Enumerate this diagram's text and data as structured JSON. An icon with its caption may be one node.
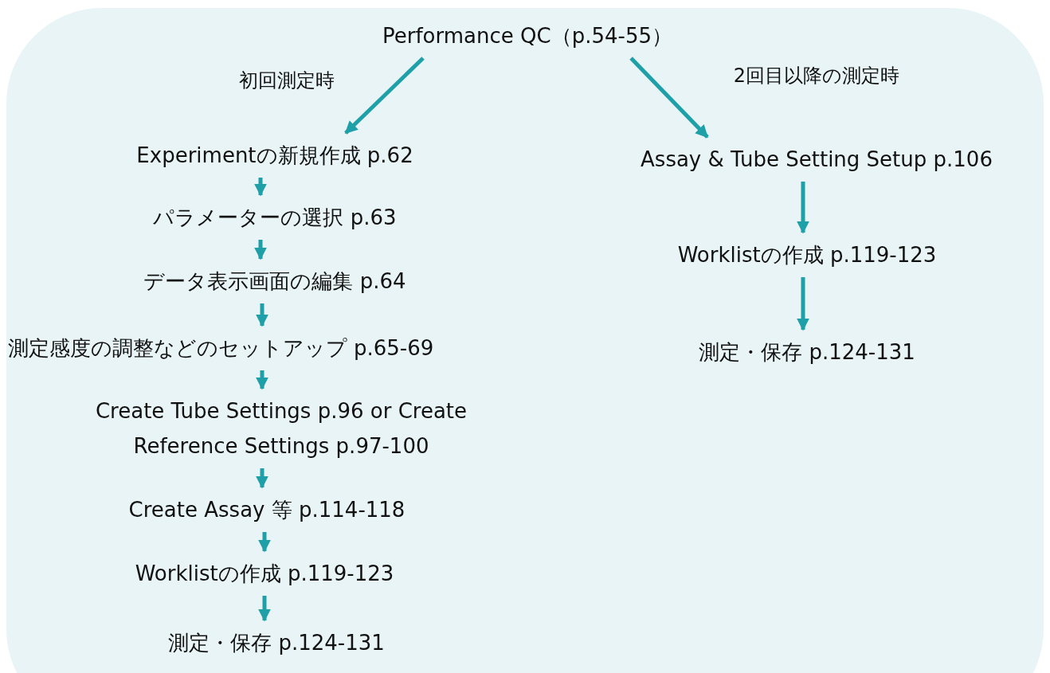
{
  "diagram": {
    "nodes": [
      {
        "text": [
          "Performance QC（p.54-55）"
        ]
      },
      {
        "text": [
          "Experimentの新規作成 p.62"
        ]
      },
      {
        "text": [
          "パラメーターの選択 p.63"
        ]
      },
      {
        "text": [
          "データ表示画面の編集 p.64"
        ]
      },
      {
        "text": [
          "測定感度の調整などのセットアップ p.65-69"
        ]
      },
      {
        "text": [
          "Create Tube Settings p.96 or Create Reference Settings p.97-100"
        ]
      },
      {
        "text": [
          "Create Assay 等 p.114-118"
        ]
      },
      {
        "text": [
          "Worklistの作成 p.119-123"
        ]
      },
      {
        "text": [
          "測定・保存 p.124-131"
        ]
      },
      {
        "text": [
          "Assay & Tube Setting Setup p.106"
        ]
      },
      {
        "text": [
          "Worklistの作成 p.119-123"
        ]
      },
      {
        "text": [
          "測定・保存 p.124-131"
        ]
      }
    ],
    "edges": [
      {
        "from": 0,
        "to": 1,
        "arrow": "to",
        "label": "初回測定時"
      },
      {
        "from": 0,
        "to": 9,
        "arrow": "to",
        "label": "2回目以降の測定時"
      },
      {
        "from": 1,
        "to": 2,
        "arrow": "to"
      },
      {
        "from": 2,
        "to": 3,
        "arrow": "to"
      },
      {
        "from": 3,
        "to": 4,
        "arrow": "to"
      },
      {
        "from": 4,
        "to": 5,
        "arrow": "to"
      },
      {
        "from": 5,
        "to": 6,
        "arrow": "to"
      },
      {
        "from": 6,
        "to": 7,
        "arrow": "to"
      },
      {
        "from": 7,
        "to": 8,
        "arrow": "to"
      },
      {
        "from": 9,
        "to": 10,
        "arrow": "to"
      },
      {
        "from": 10,
        "to": 11,
        "arrow": "to"
      }
    ]
  }
}
